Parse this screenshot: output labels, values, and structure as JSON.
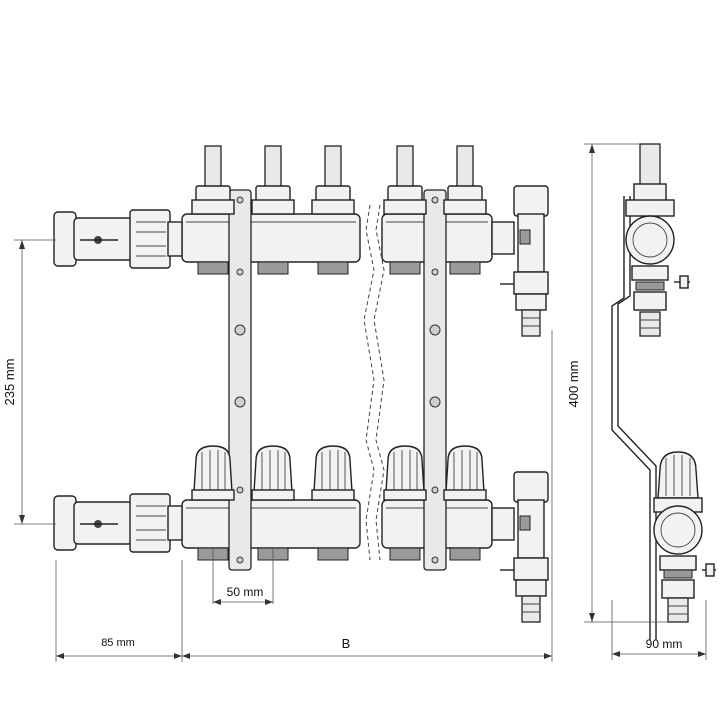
{
  "dimensions": {
    "height_left": "235 mm",
    "spacing": "50 mm",
    "inlet_length": "85 mm",
    "bar_length": "B",
    "total_height": "400 mm",
    "depth": "90 mm"
  }
}
